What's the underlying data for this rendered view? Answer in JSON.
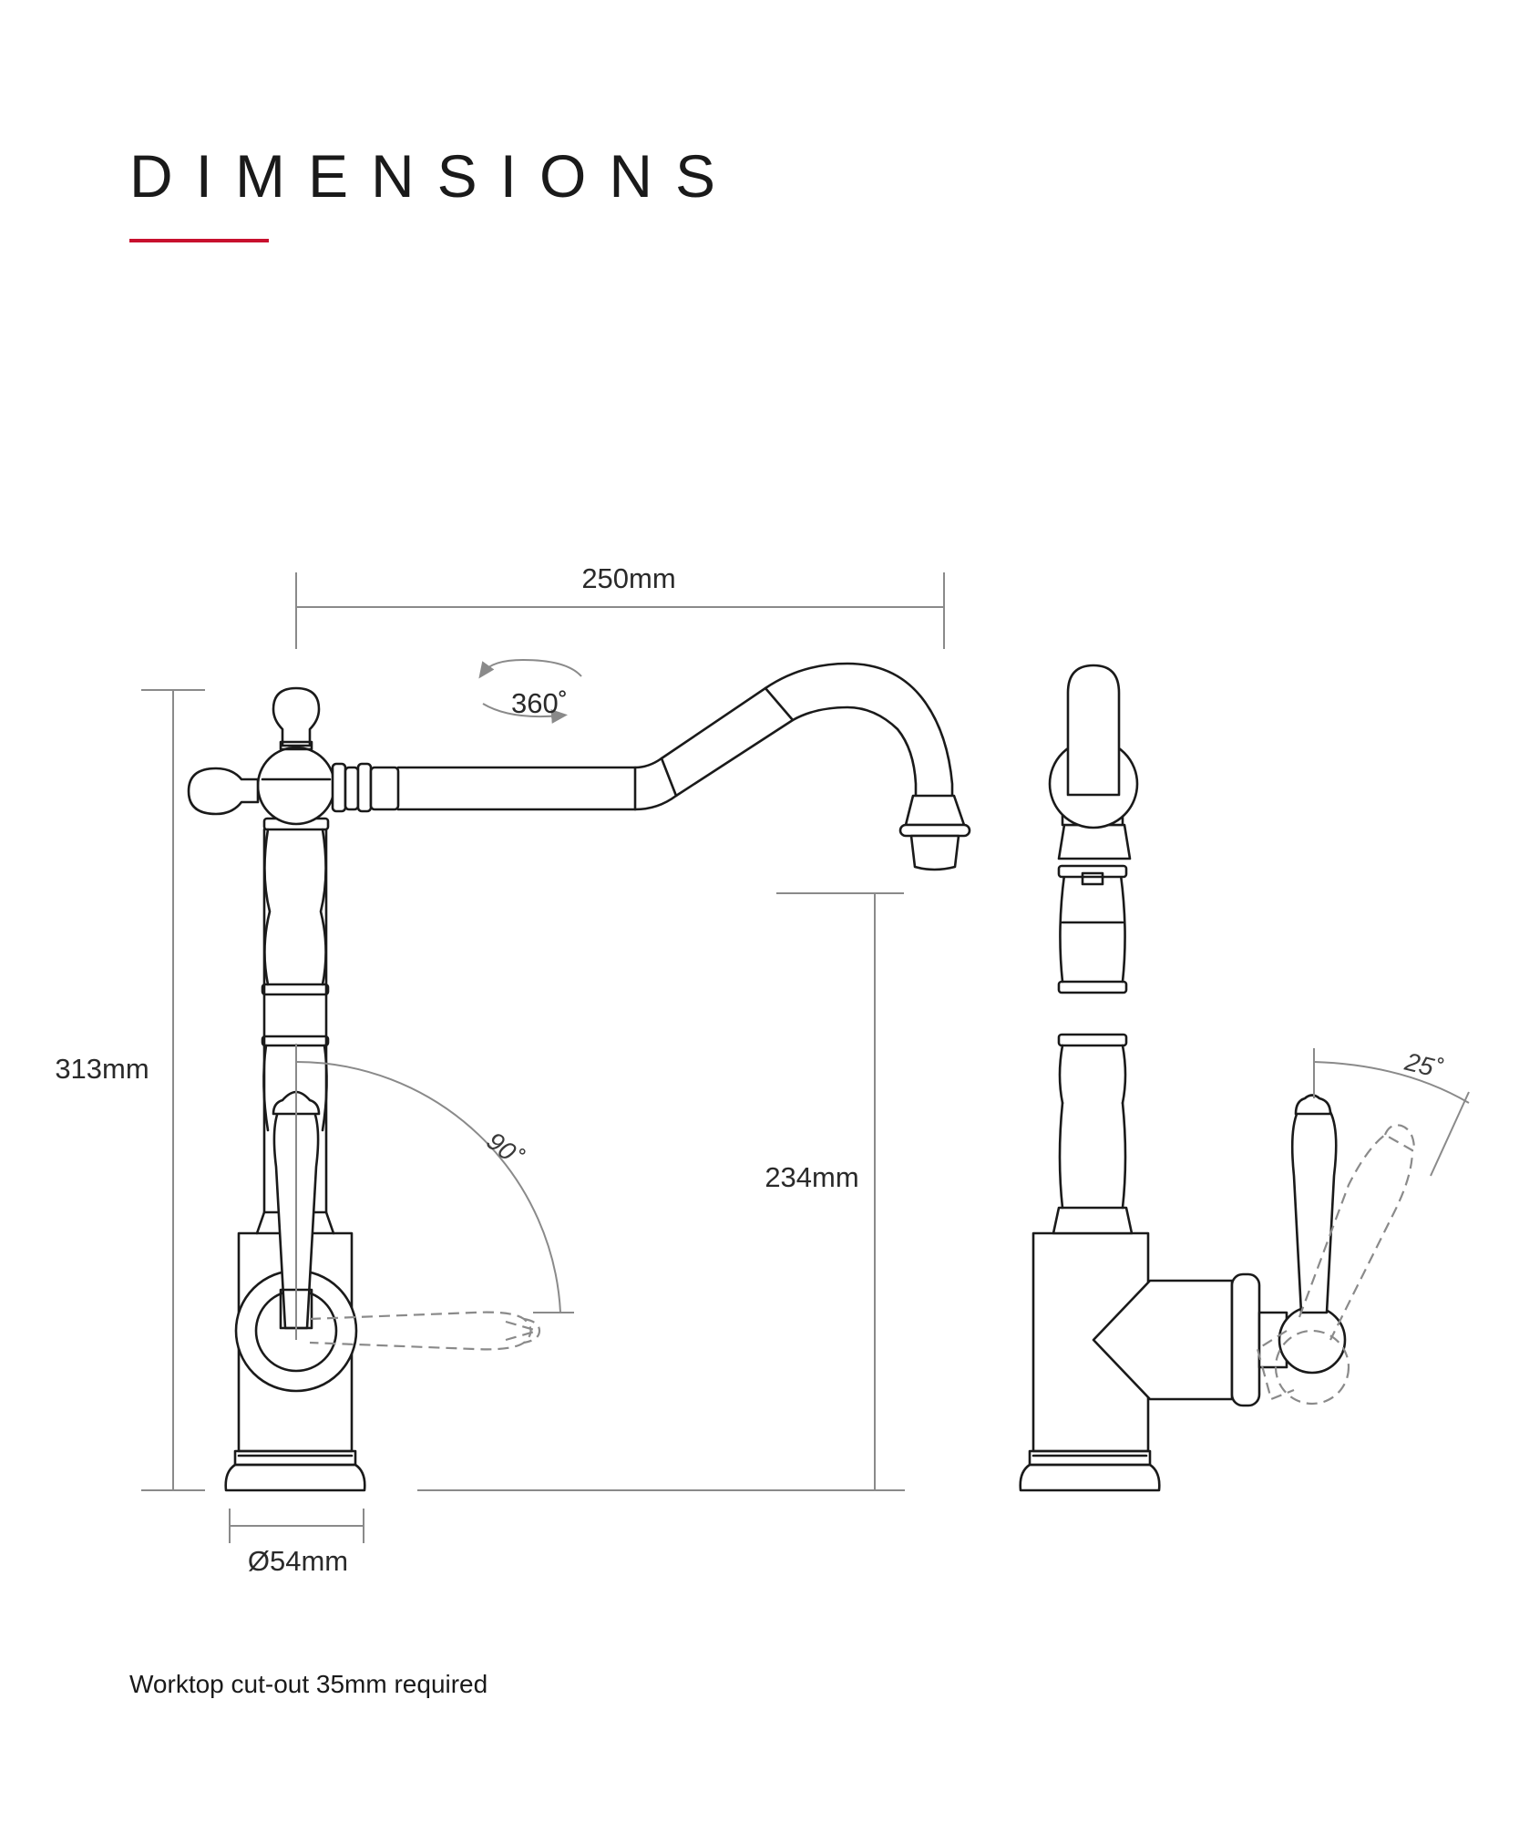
{
  "page": {
    "title": "DIMENSIONS",
    "footnote": "Worktop cut-out 35mm required",
    "accent_color": "#c8102e"
  },
  "dimensions": {
    "spout_reach": "250mm",
    "total_height": "313mm",
    "spout_height": "234mm",
    "base_diameter": "Ø54mm",
    "swivel_angle": "360˚",
    "front_lever_angle": "90˚",
    "side_lever_angle": "25˚"
  }
}
